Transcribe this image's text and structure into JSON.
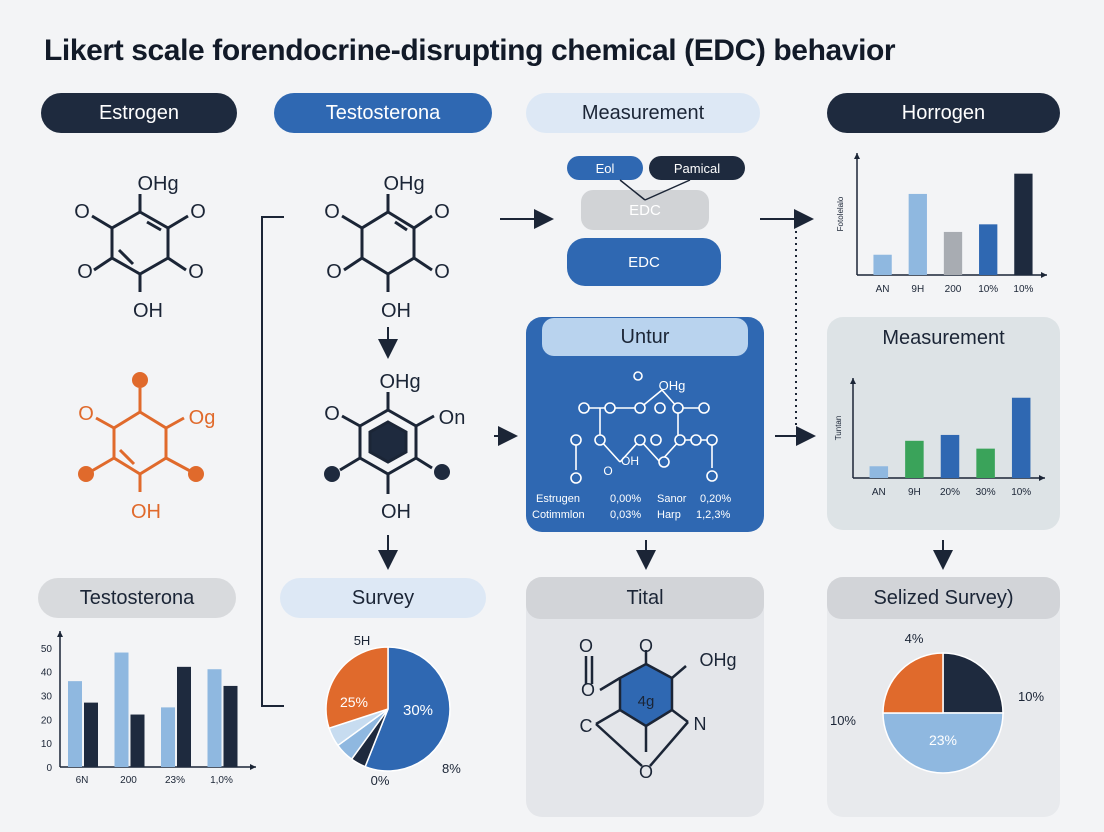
{
  "title": "Likert scale forendocrine-disrupting chemical (EDC) behavior",
  "columns": {
    "estrogen": "Estrogen",
    "testosterona": "Testosterona",
    "measurement": "Measurement",
    "horrogen": "Horrogen"
  },
  "molecules": {
    "m1": {
      "top": "OHg",
      "bottom": "OH"
    },
    "m2": {
      "top": "OHg",
      "bottom": "OH"
    },
    "m3": {
      "right": "Og",
      "bottom": "OH"
    },
    "m4": {
      "top": "OHg",
      "right": "On",
      "bottom": "OH"
    },
    "titalMol": {
      "topRight": "OHg",
      "center": "4g",
      "left": "C",
      "right": "N",
      "bottom": "O"
    }
  },
  "measurementFlow": {
    "tag1": "Eol",
    "tag2": "Pamical",
    "box1": "EDC",
    "box2": "EDC"
  },
  "untur": {
    "title": "Untur",
    "symbol": "OHg",
    "legend": [
      {
        "name": "Estrugen",
        "value": "0,00%",
        "name2": "Sanor",
        "value2": "0,20%"
      },
      {
        "name": "Cotimmlon",
        "value": "0,03%",
        "name2": "Harp",
        "value2": "1,2,3%"
      }
    ]
  },
  "measurement2": {
    "title": "Measurement"
  },
  "survey": {
    "title": "Survey"
  },
  "tital": {
    "title": "Tital"
  },
  "selizedSurvey": {
    "title": "Selized Survey)"
  },
  "testosteronaChartTitle": "Testosterona",
  "colors": {
    "dark": "#1e2a3e",
    "blue": "#2f68b2",
    "lightblue": "#8fb8e0",
    "grey": "#a8acb2",
    "orange": "#e06a2c",
    "green": "#3aa35a"
  },
  "chart_data": [
    {
      "type": "bar",
      "ylabel": "Fotolelalo",
      "categories": [
        "AN",
        "9H",
        "200",
        "10%",
        "10%"
      ],
      "values": [
        8,
        32,
        17,
        20,
        40
      ],
      "colors": [
        "#8fb8e0",
        "#8fb8e0",
        "#a8acb2",
        "#2f68b2",
        "#1e2a3e"
      ],
      "ylim": [
        0,
        45
      ]
    },
    {
      "type": "bar",
      "ylabel": "Tuntan",
      "categories": [
        "AN",
        "9H",
        "20%",
        "30%",
        "10%"
      ],
      "values": [
        6,
        19,
        22,
        15,
        41
      ],
      "colors": [
        "#8fb8e0",
        "#3aa35a",
        "#2f68b2",
        "#3aa35a",
        "#2f68b2"
      ],
      "ylim": [
        0,
        47
      ]
    },
    {
      "type": "bar",
      "title": "Testosterona",
      "categories": [
        "6N",
        "200",
        "23%",
        "1,0%"
      ],
      "yticks": [
        0,
        10,
        20,
        30,
        40,
        50
      ],
      "ylim": [
        0,
        52
      ],
      "series": [
        {
          "values": [
            36,
            48,
            25,
            41
          ],
          "color": "#8fb8e0"
        },
        {
          "values": [
            27,
            22,
            42,
            34
          ],
          "color": "#1e2a3e"
        }
      ]
    },
    {
      "type": "pie",
      "slices": [
        {
          "label": "30%",
          "value": 56,
          "color": "#2f68b2"
        },
        {
          "label": "8%",
          "value": 4,
          "color": "#1e2a3e"
        },
        {
          "label": "0%",
          "value": 5,
          "color": "#8fb8e0"
        },
        {
          "label": "",
          "value": 5,
          "color": "#c7dcf0"
        },
        {
          "label": "25%",
          "value": 30,
          "color": "#e06a2c"
        }
      ],
      "extra_labels": [
        "5H"
      ]
    },
    {
      "type": "pie",
      "slices": [
        {
          "label": "10%",
          "value": 25,
          "color": "#1e2a3e"
        },
        {
          "label": "23%",
          "value": 50,
          "color": "#8fb8e0"
        },
        {
          "label": "10%",
          "value": 25,
          "color": "#e06a2c"
        }
      ],
      "extra_labels": [
        "4%"
      ]
    }
  ]
}
